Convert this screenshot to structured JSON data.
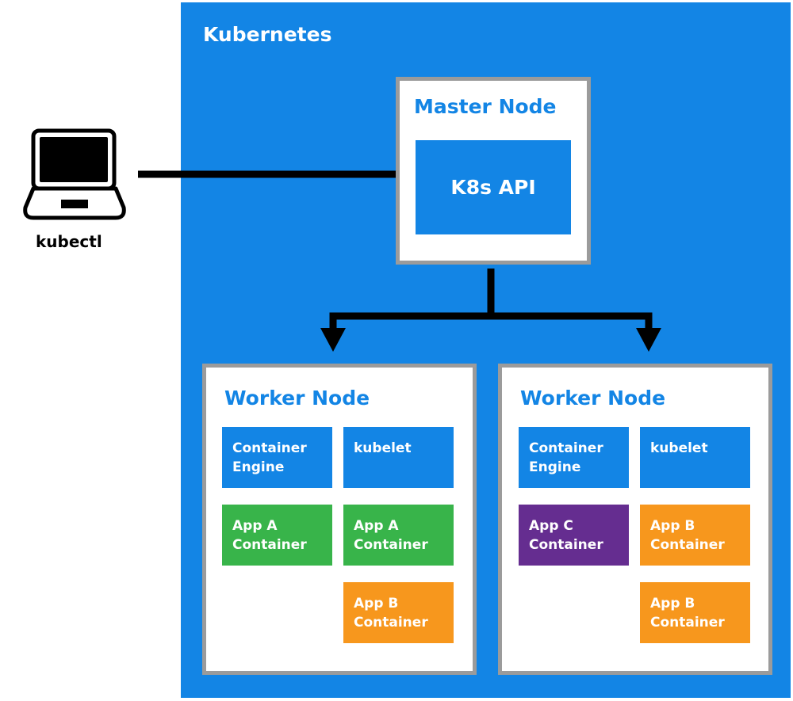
{
  "cluster": {
    "title": "Kubernetes",
    "color": "#1385e5"
  },
  "client": {
    "label": "kubectl",
    "icon": "laptop-icon"
  },
  "master": {
    "title": "Master Node",
    "api_label": "K8s API"
  },
  "workers": [
    {
      "title": "Worker Node",
      "blocks": [
        {
          "label": "Container\nEngine",
          "color": "#1385e5"
        },
        {
          "label": "kubelet",
          "color": "#1385e5"
        },
        {
          "label": "App A\nContainer",
          "color": "#38b44a"
        },
        {
          "label": "App A\nContainer",
          "color": "#38b44a"
        },
        {
          "label": "App B\nContainer",
          "color": "#f7971d"
        }
      ]
    },
    {
      "title": "Worker Node",
      "blocks": [
        {
          "label": "Container\nEngine",
          "color": "#1385e5"
        },
        {
          "label": "kubelet",
          "color": "#1385e5"
        },
        {
          "label": "App C\nContainer",
          "color": "#652d90"
        },
        {
          "label": "App B\nContainer",
          "color": "#f7971d"
        },
        {
          "label": "App B\nContainer",
          "color": "#f7971d"
        }
      ]
    }
  ],
  "colors": {
    "border": "#9b9b9b",
    "arrow": "#000000"
  }
}
